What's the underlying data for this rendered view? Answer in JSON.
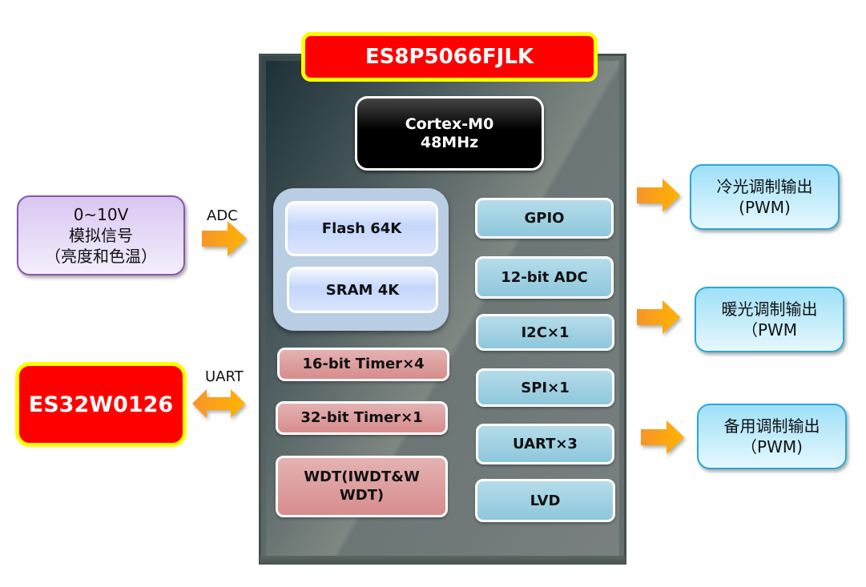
{
  "chip": {
    "name": "ES8P5066FJLK",
    "core": {
      "line1": "Cortex-M0",
      "line2": "48MHz"
    },
    "memory": [
      "Flash 64K",
      "SRAM 4K"
    ],
    "left_blocks": [
      "16-bit Timer×4",
      "32-bit Timer×1",
      "WDT(IWDT&W WDT)"
    ],
    "wdt": {
      "line1": "WDT(IWDT&W",
      "line2": "WDT)"
    },
    "peripherals": [
      "GPIO",
      "12-bit ADC",
      "I2C×1",
      "SPI×1",
      "UART×3",
      "LVD"
    ]
  },
  "inputs": {
    "analog": {
      "line1": "0~10V",
      "line2": "模拟信号",
      "line3": "（亮度和色温）",
      "link_label": "ADC"
    },
    "wifi": {
      "name": "ES32W0126",
      "link_label": "UART"
    }
  },
  "outputs": [
    {
      "line1": "冷光调制输出",
      "line2": "(PWM)"
    },
    {
      "line1": "暖光调制输出",
      "line2": "（PWM"
    },
    {
      "line1": "备用调制输出",
      "line2": "（PWM)"
    }
  ],
  "colors": {
    "chip_title_bg": "#ff0000",
    "chip_title_border": "#ffff00",
    "memory_group": "#b9cde3",
    "timer_block": "#d78c8c",
    "peripheral_block": "#8ec7dc",
    "arrow": "#ffa500",
    "analog_box": "#d8c7f2",
    "output_box": "#9fe0f8"
  }
}
